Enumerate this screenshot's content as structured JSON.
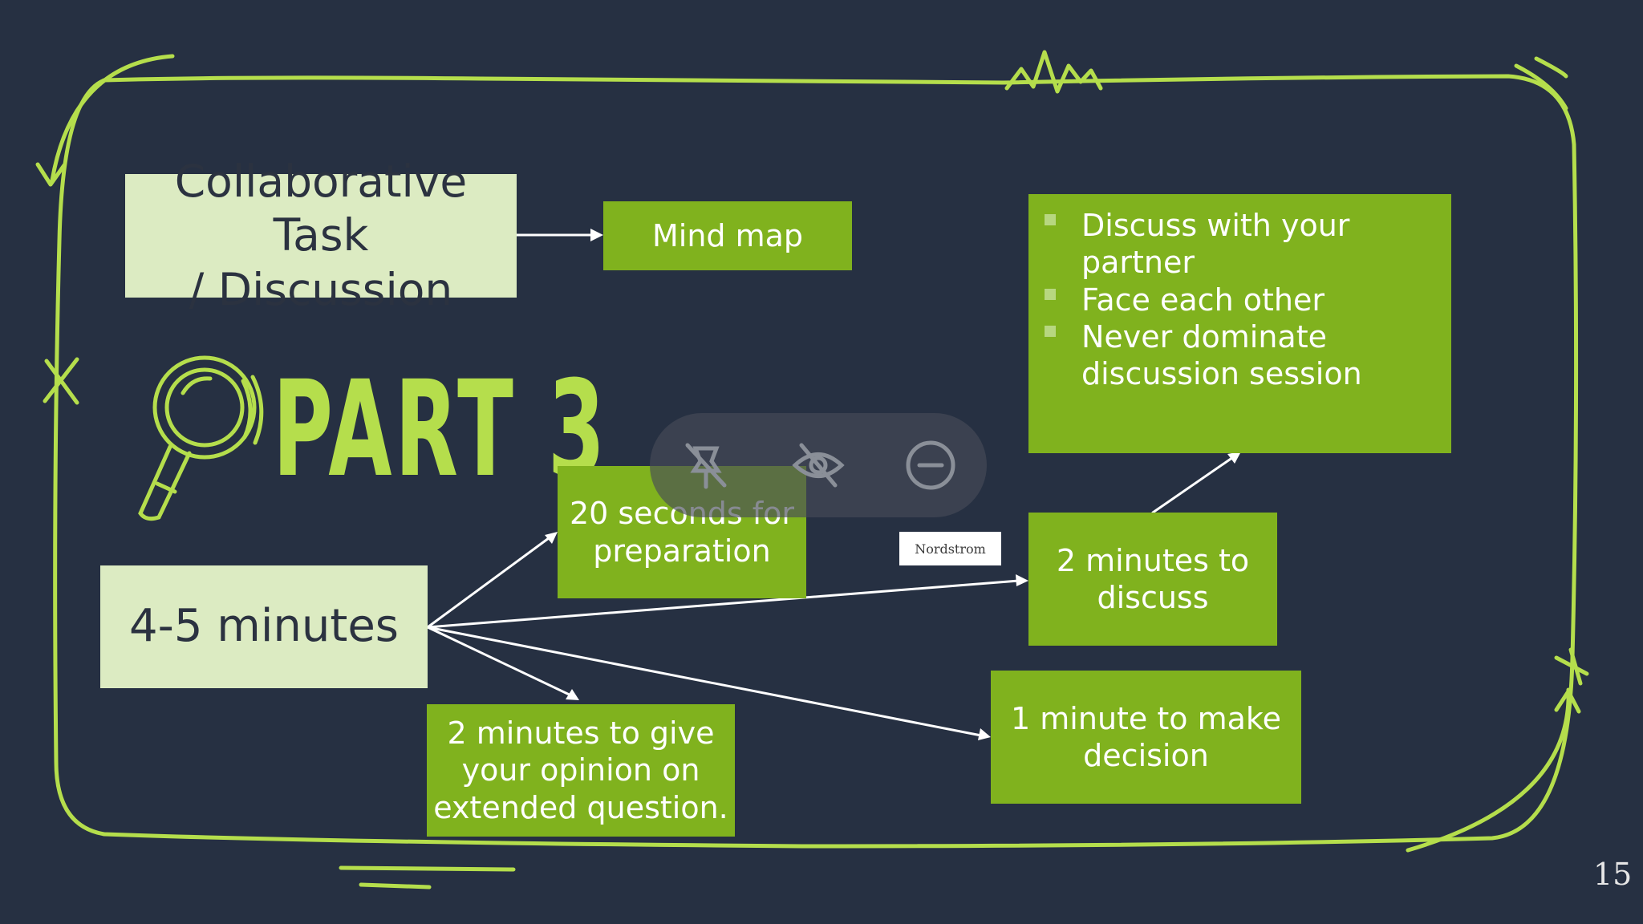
{
  "slide": {
    "title_line1": "Collaborative Task",
    "title_line2": "/ Discussion",
    "part_title": "PART 3",
    "mind_map": "Mind map",
    "duration": "4-5 minutes",
    "preparation": "20 seconds for preparation",
    "opinion": "2 minutes to give your opinion on extended question.",
    "discuss": "2 minutes to discuss",
    "decision": "1 minute to make decision",
    "tips": [
      "Discuss with your partner",
      "Face each other",
      "Never dominate discussion session"
    ],
    "label": "Nordstrom",
    "page_number": "15"
  },
  "overlay_toolbar": {
    "icons": [
      "pin-off-icon",
      "eye-off-icon",
      "minus-circle-icon"
    ]
  },
  "colors": {
    "background": "#263042",
    "box_green": "#80b21e",
    "box_light": "#dcebc2",
    "border_green": "#b5de4c"
  }
}
